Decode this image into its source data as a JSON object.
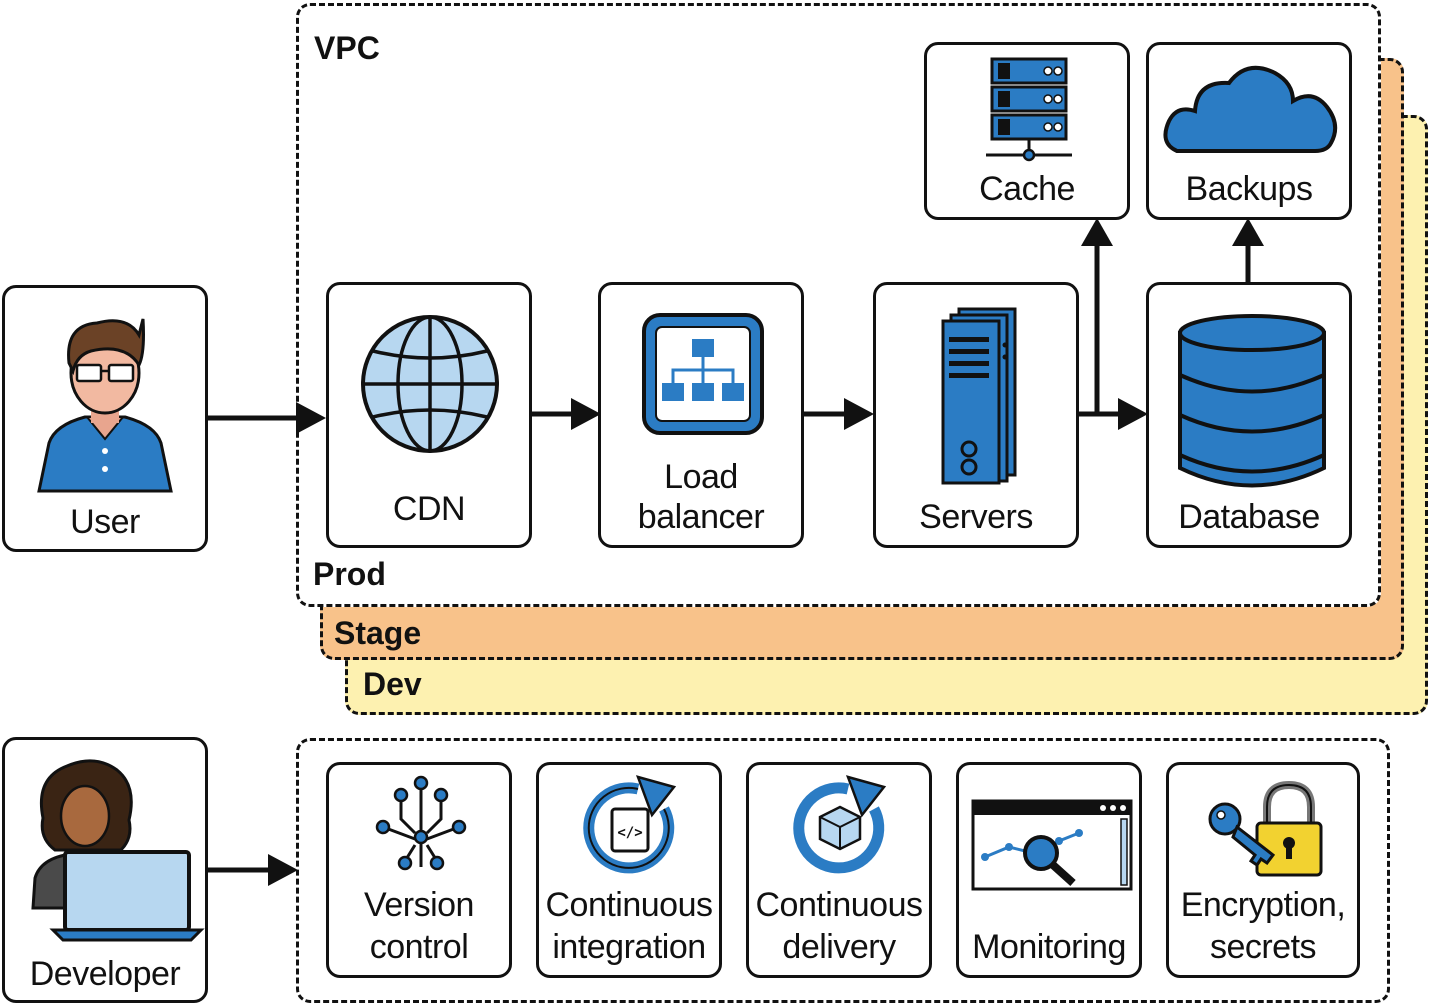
{
  "environments": {
    "vpc": "VPC",
    "prod": "Prod",
    "stage": "Stage",
    "dev": "Dev"
  },
  "colors": {
    "stage": "#F8C28A",
    "dev": "#FDF1B0",
    "icon_blue": "#2B7CC4",
    "icon_light": "#B7D7F0",
    "icon_dark": "#163D63",
    "outline": "#111111"
  },
  "nodes": {
    "user": {
      "label": "User",
      "icon": "user-icon"
    },
    "cdn": {
      "label": "CDN",
      "icon": "globe-icon"
    },
    "load_balancer": {
      "label_line1": "Load",
      "label_line2": "balancer",
      "icon": "load-balancer-icon"
    },
    "servers": {
      "label": "Servers",
      "icon": "server-icon"
    },
    "database": {
      "label": "Database",
      "icon": "database-icon"
    },
    "cache": {
      "label": "Cache",
      "icon": "server-rack-icon"
    },
    "backups": {
      "label": "Backups",
      "icon": "cloud-icon"
    },
    "developer": {
      "label": "Developer",
      "icon": "developer-icon"
    }
  },
  "tools": [
    {
      "line1": "Version",
      "line2": "control",
      "icon": "branch-icon"
    },
    {
      "line1": "Continuous",
      "line2": "integration",
      "icon": "code-cycle-icon"
    },
    {
      "line1": "Continuous",
      "line2": "delivery",
      "icon": "package-cycle-icon"
    },
    {
      "line1": "",
      "line2": "Monitoring",
      "icon": "monitoring-icon"
    },
    {
      "line1": "Encryption,",
      "line2": "secrets",
      "icon": "key-lock-icon"
    }
  ]
}
